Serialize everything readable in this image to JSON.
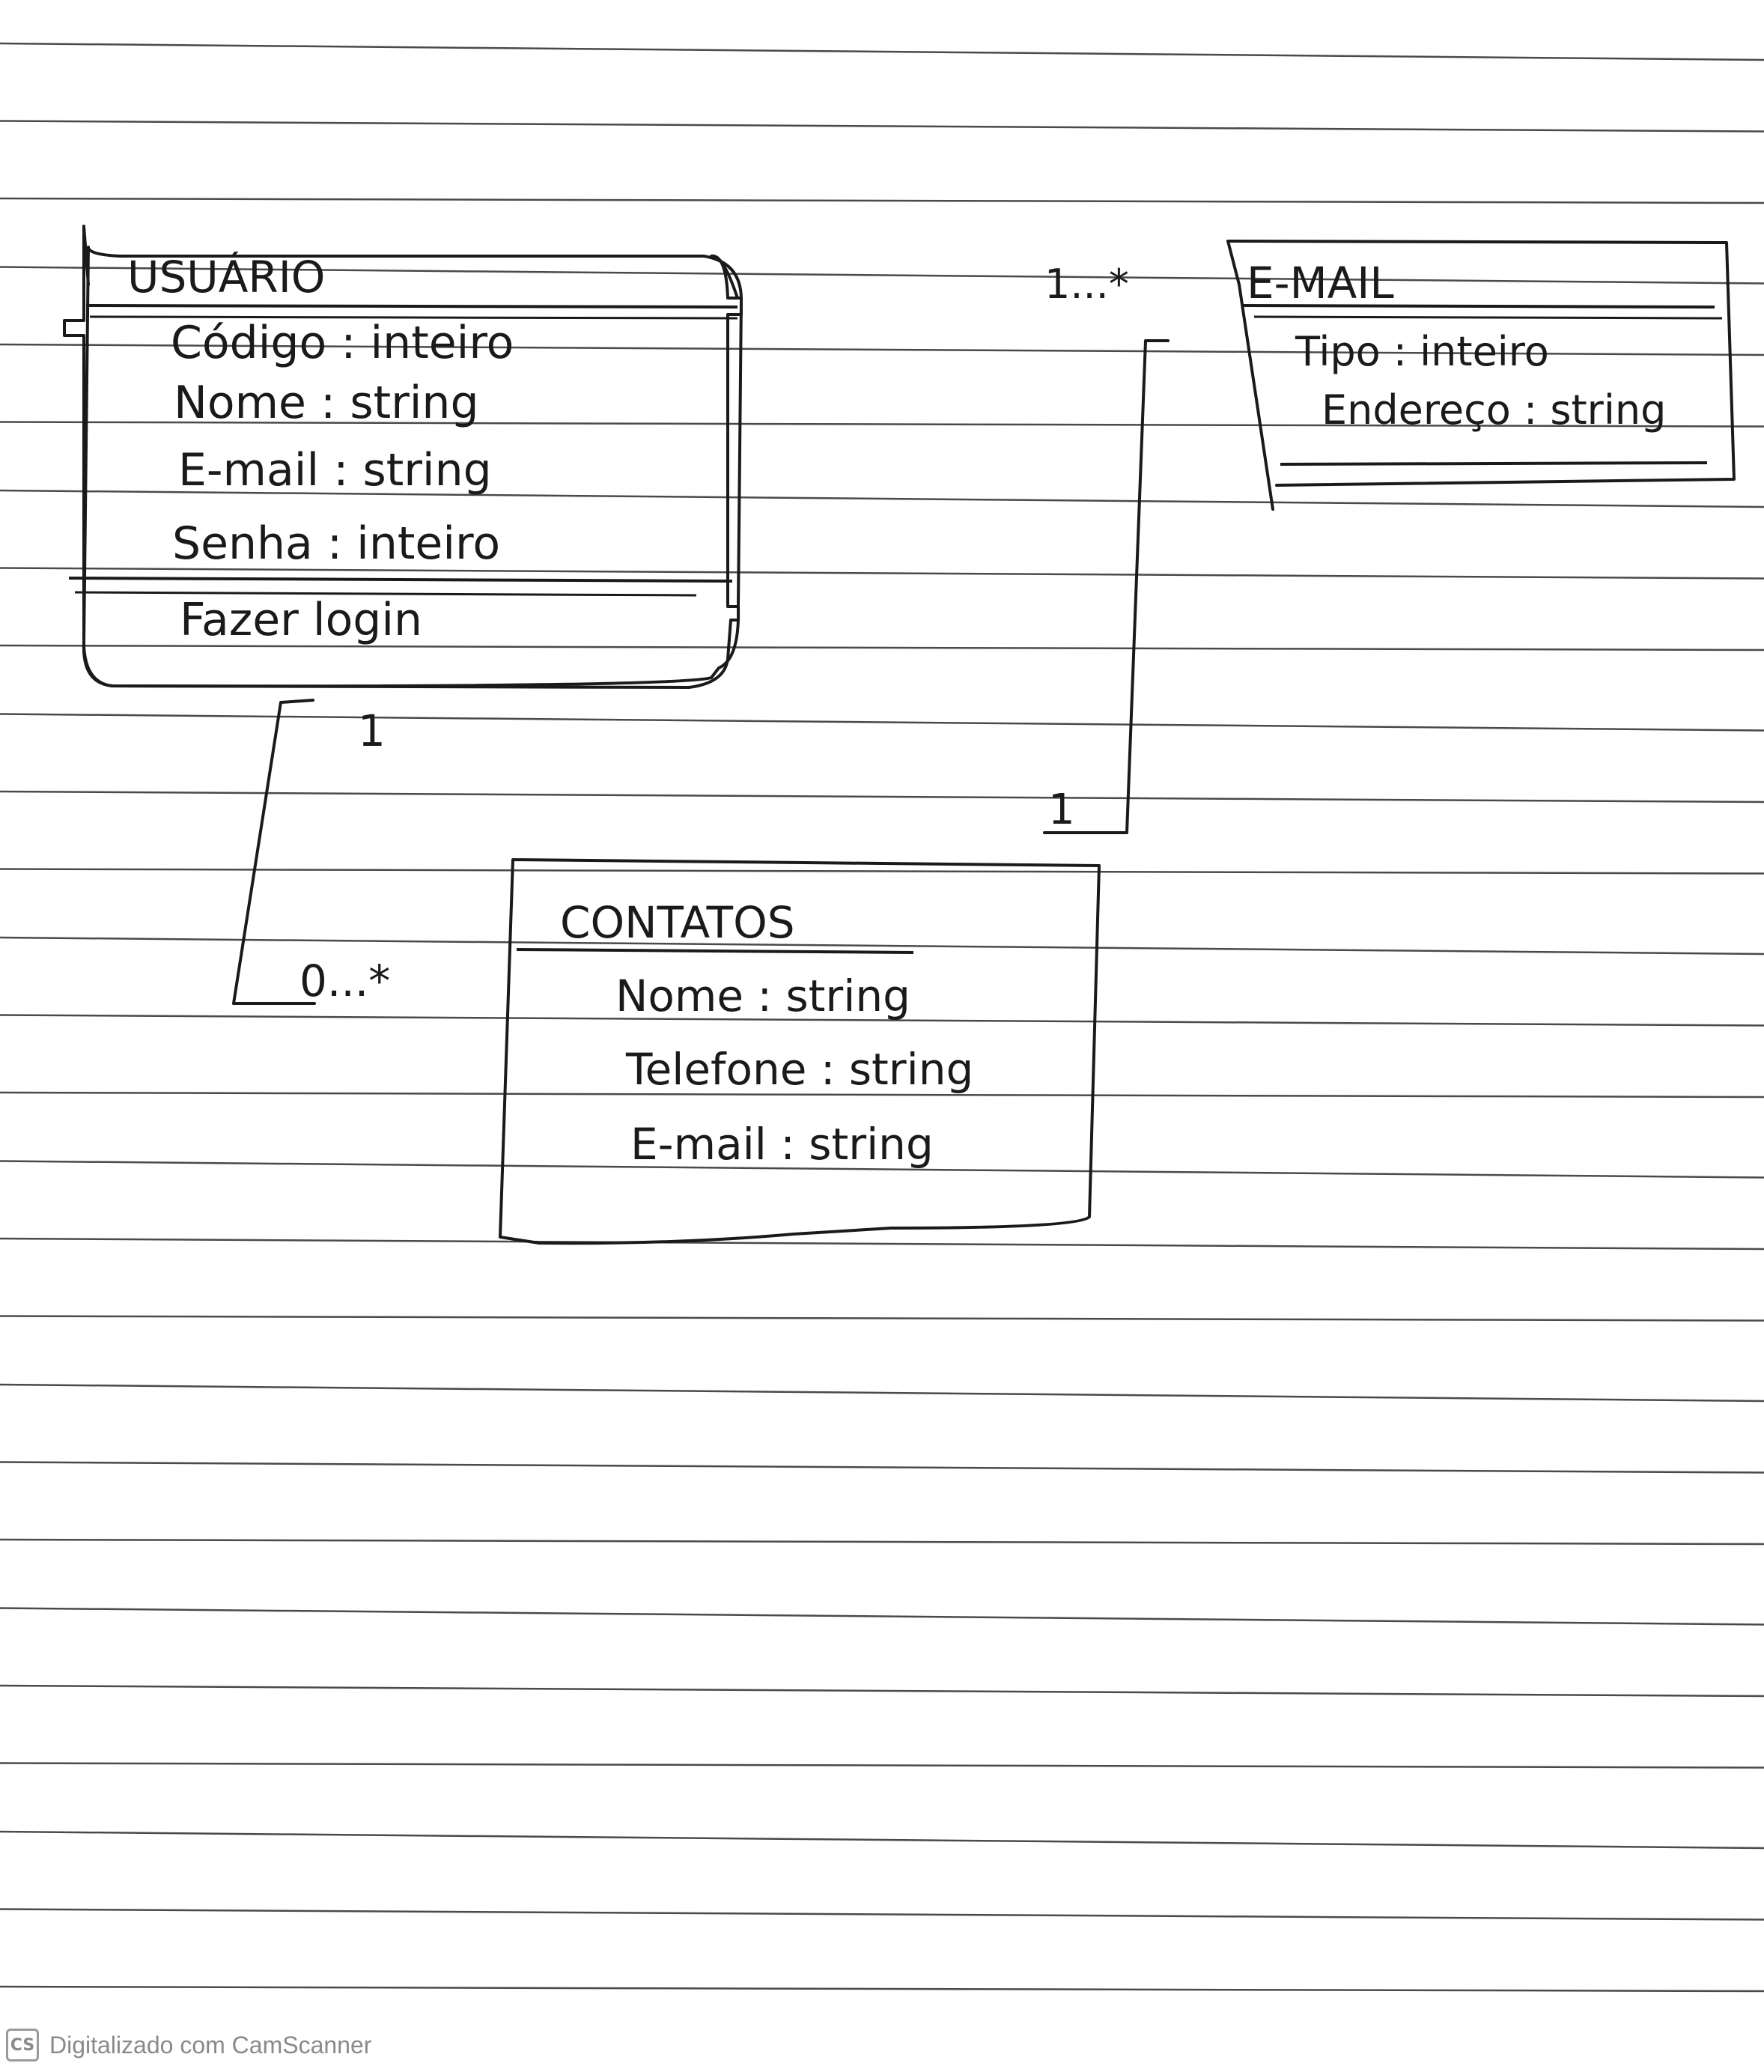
{
  "classes": {
    "usuario": {
      "name": "USUÁRIO",
      "attributes": [
        "Código : inteiro",
        "Nome : string",
        "E-mail : string",
        "Senha : inteiro"
      ],
      "methods": [
        "Fazer login"
      ]
    },
    "email": {
      "name": "E-MAIL",
      "attributes": [
        "Tipo : inteiro",
        "Endereço : string"
      ],
      "methods": []
    },
    "contatos": {
      "name": "CONTATOS",
      "attributes": [
        "Nome : string",
        "Telefone : string",
        "E-mail : string"
      ],
      "methods": []
    }
  },
  "associations": [
    {
      "from": "USUÁRIO",
      "to": "CONTATOS",
      "from_multiplicity": "1",
      "to_multiplicity": "0...*"
    },
    {
      "from": "CONTATOS",
      "to": "E-MAIL",
      "from_multiplicity": "1",
      "to_multiplicity": "1...*"
    }
  ],
  "watermark": {
    "logo": "CS",
    "text": "Digitalizado com CamScanner"
  },
  "colors": {
    "ink": "#1a1a1a",
    "paper": "#ffffff",
    "ruled_line": "#2b2b2b",
    "watermark": "#8a8a8a"
  }
}
